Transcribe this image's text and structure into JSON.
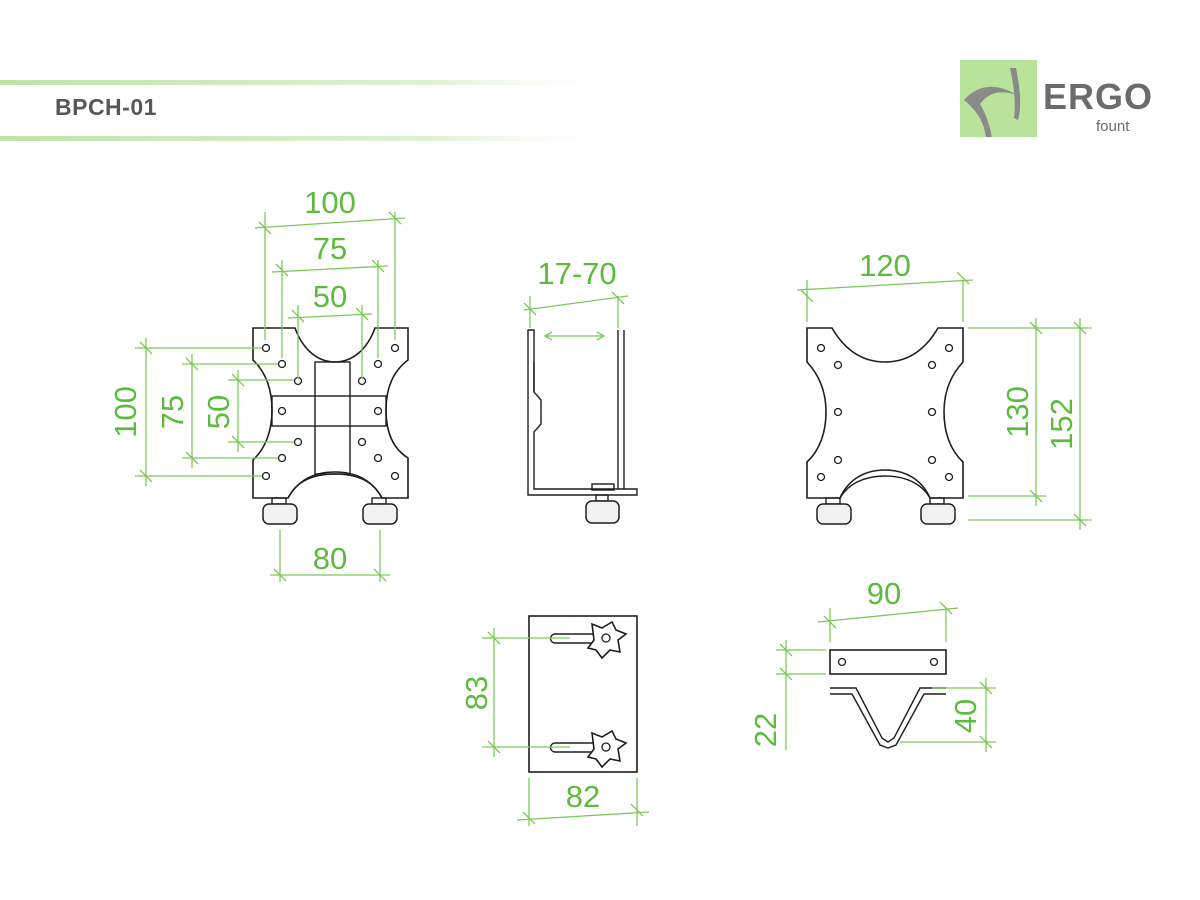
{
  "header": {
    "model": "BPCH-01"
  },
  "logo": {
    "word": "ERGO",
    "sub": "fount",
    "accent_color": "#b9e39a"
  },
  "colors": {
    "dimension": "#5cbb3c",
    "outline": "#1e1e1e",
    "header_band": "#c9e8b5"
  },
  "dimensions": {
    "front_vesa_100": "100",
    "front_vesa_75": "75",
    "front_vesa_50": "50",
    "front_h_100": "100",
    "front_h_75": "75",
    "front_h_50": "50",
    "front_width_80": "80",
    "side_range": "17-70",
    "back_width_120": "120",
    "back_height_130": "130",
    "back_height_152": "152",
    "plate_height_83": "83",
    "plate_width_82": "82",
    "bracket_width_90": "90",
    "bracket_height_22": "22",
    "bracket_depth_40": "40"
  }
}
